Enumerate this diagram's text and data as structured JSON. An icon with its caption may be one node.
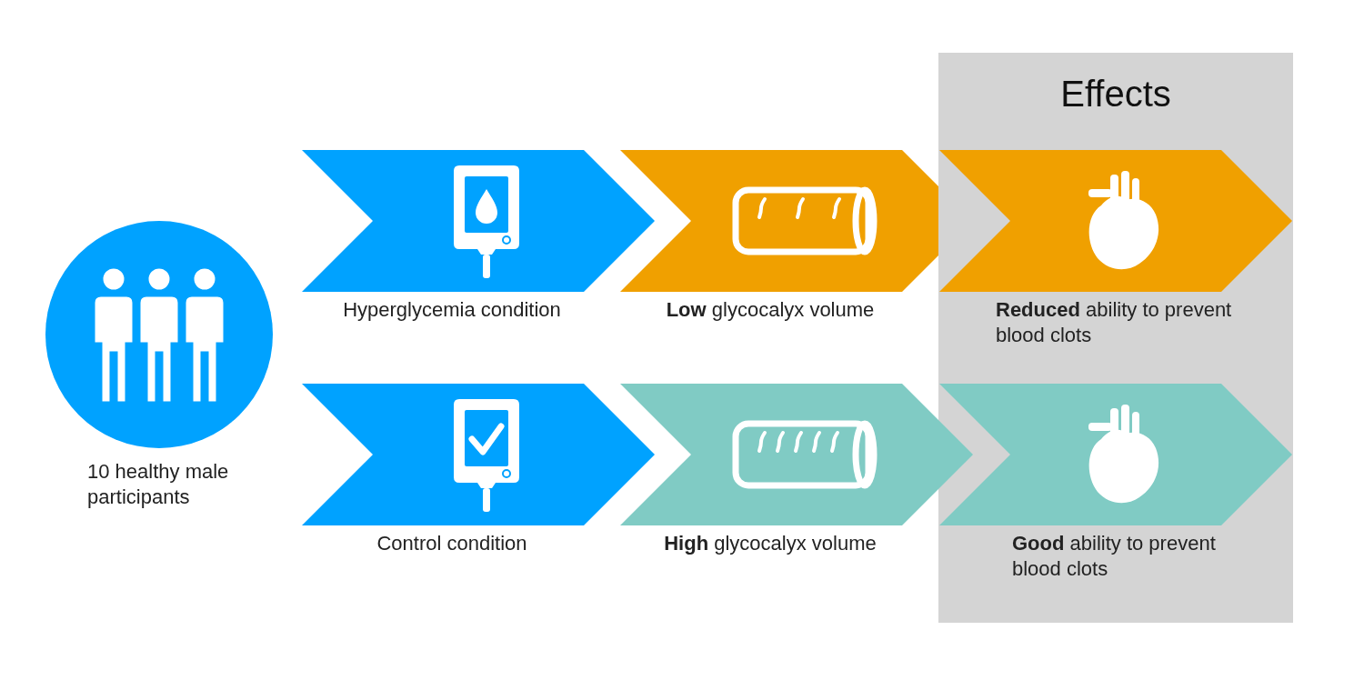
{
  "diagram": {
    "nodes": [
      {
        "text": [
          "10 healthy male participants"
        ]
      },
      {
        "text": [
          "Hyperglycemia condition"
        ]
      },
      {
        "text": [
          "**Low** glycocalyx volume"
        ]
      },
      {
        "text": [
          "Effects"
        ]
      },
      {
        "text": [
          "**Reduced** ability to prevent blood clots"
        ],
        "in": 3
      },
      {
        "text": [
          "Control condition"
        ]
      },
      {
        "text": [
          "**High** glycocalyx volume"
        ]
      },
      {
        "text": [
          "**Good** ability to prevent blood clots"
        ],
        "in": 3
      }
    ]
  }
}
